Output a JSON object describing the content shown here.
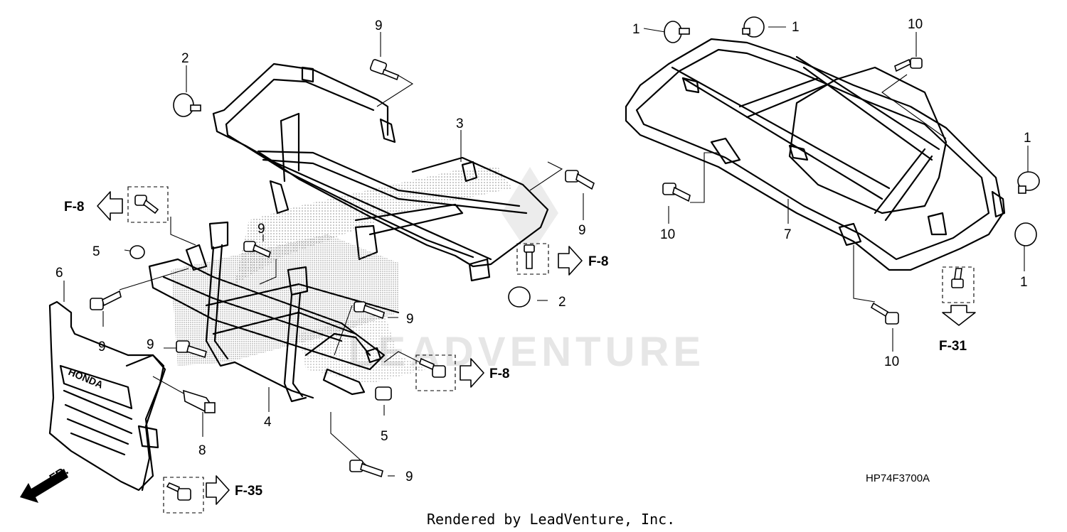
{
  "diagram": {
    "callouts": {
      "c1_a": "1",
      "c1_b": "1",
      "c1_c": "1",
      "c1_d": "1",
      "c2_a": "2",
      "c2_b": "2",
      "c3": "3",
      "c4": "4",
      "c5_a": "5",
      "c5_b": "5",
      "c6": "6",
      "c7": "7",
      "c8": "8",
      "c9_a": "9",
      "c9_b": "9",
      "c9_c": "9",
      "c9_d": "9",
      "c9_e": "9",
      "c9_f": "9",
      "c9_g": "9",
      "c10_a": "10",
      "c10_b": "10",
      "c10_c": "10"
    },
    "references": {
      "f8_left": "F-8",
      "f8_mid": "F-8",
      "f8_bottom": "F-8",
      "f31": "F-31",
      "f35": "F-35"
    },
    "front_label": "FR.",
    "emblem_text": "HONDA",
    "diagram_code": "HP74F3700A",
    "watermark": "LEADVENTURE",
    "footer": "Rendered by LeadVenture, Inc."
  }
}
